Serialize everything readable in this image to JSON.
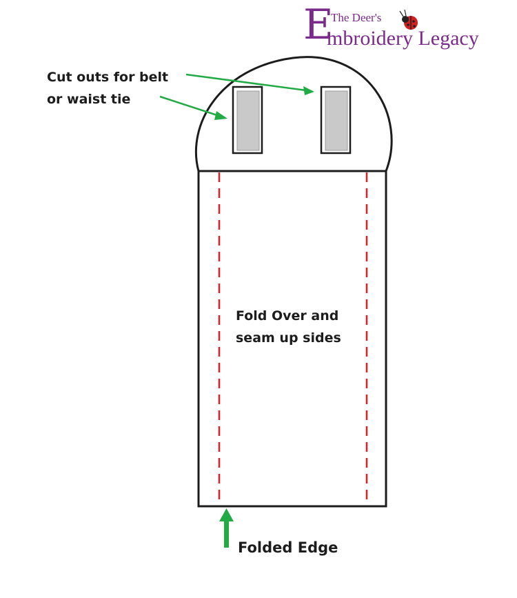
{
  "logo": {
    "initial": "E",
    "top_line": "The Deer's",
    "bottom_line": "mbroidery Legacy"
  },
  "labels": {
    "cutouts_line1": "Cut outs for belt",
    "cutouts_line2": "or waist tie",
    "fold_line1": "Fold Over and",
    "fold_line2": "seam up sides",
    "folded_edge": "Folded Edge"
  },
  "colors": {
    "outline": "#1c1c1c",
    "cutout_fill": "#cfcfcf",
    "seam": "#e02020",
    "arrow": "#22aa44",
    "logo": "#7a2a8a"
  }
}
